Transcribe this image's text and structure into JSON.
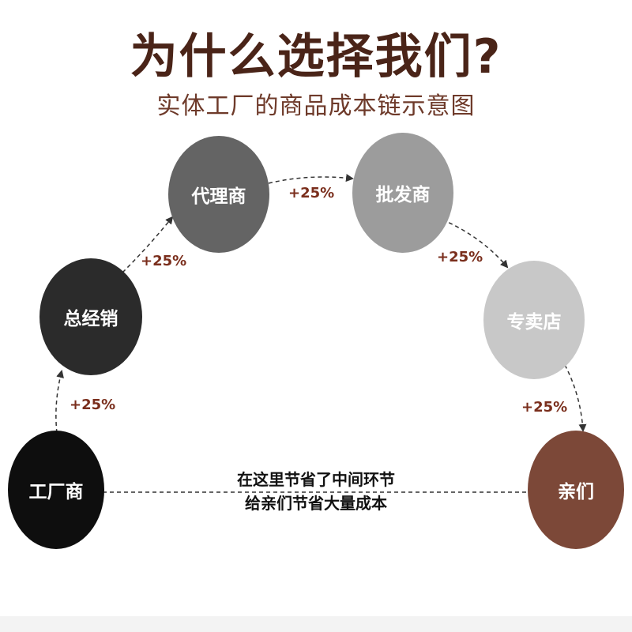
{
  "header": {
    "title": "为什么选择我们?",
    "subtitle": "实体工厂的商品成本链示意图"
  },
  "nodes": [
    {
      "label": "工厂商",
      "color": "#0e0e0e"
    },
    {
      "label": "总经销",
      "color": "#2b2b2b"
    },
    {
      "label": "代理商",
      "color": "#646464"
    },
    {
      "label": "批发商",
      "color": "#9c9c9c"
    },
    {
      "label": "专卖店",
      "color": "#c8c8c8"
    },
    {
      "label": "亲们",
      "color": "#7c4838"
    }
  ],
  "markups": [
    "+25%",
    "+25%",
    "+25%",
    "+25%",
    "+25%"
  ],
  "savings": {
    "line1": "在这里节省了中间环节",
    "line2": "给亲们节省大量成本"
  },
  "colors": {
    "title": "#4a2418",
    "markup_text": "#7a2e1c",
    "arrow": "#333333"
  }
}
